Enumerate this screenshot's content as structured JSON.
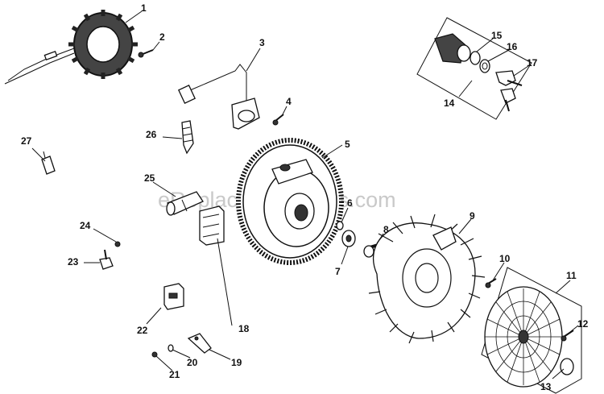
{
  "watermark": "eReplacementParts.com",
  "callouts": [
    "1",
    "2",
    "3",
    "4",
    "5",
    "6",
    "7",
    "8",
    "9",
    "10",
    "11",
    "12",
    "13",
    "14",
    "15",
    "16",
    "17",
    "18",
    "19",
    "20",
    "21",
    "22",
    "23",
    "24",
    "25",
    "26",
    "27"
  ]
}
